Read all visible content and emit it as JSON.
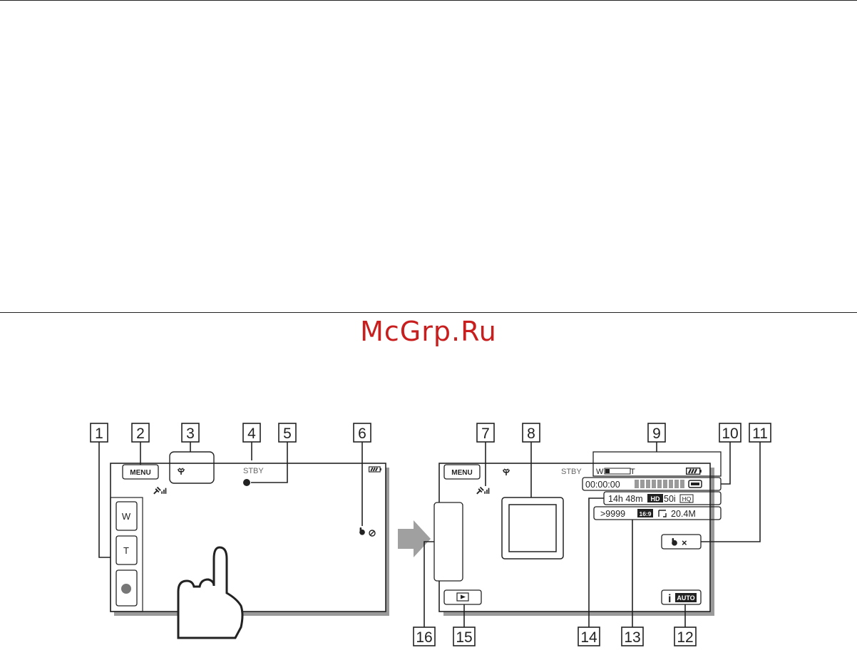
{
  "watermark": "McGrp.Ru",
  "callouts": [
    "1",
    "2",
    "3",
    "4",
    "5",
    "6",
    "7",
    "8",
    "9",
    "10",
    "11",
    "12",
    "13",
    "14",
    "15",
    "16"
  ],
  "left_screen": {
    "menu_label": "MENU",
    "status_label": "STBY",
    "zoom_wide_label": "W",
    "zoom_tele_label": "T"
  },
  "right_screen": {
    "menu_label": "MENU",
    "status_label": "STBY",
    "zoom_wide_label": "W",
    "zoom_tele_label": "T",
    "time_counter": "00:00:00",
    "remaining_time": "14h 48m",
    "video_format": "HD",
    "frame_rate": "50i",
    "quality": "HQ",
    "photo_count": ">9999",
    "aspect_ratio": "16:9",
    "photo_size": "20.4M",
    "intelligent_auto": "i AUTO"
  },
  "colors": {
    "watermark": "#c81e1e",
    "arrow": "#a0a0a0",
    "line": "#222222",
    "shadow": "#9a9a9a"
  }
}
